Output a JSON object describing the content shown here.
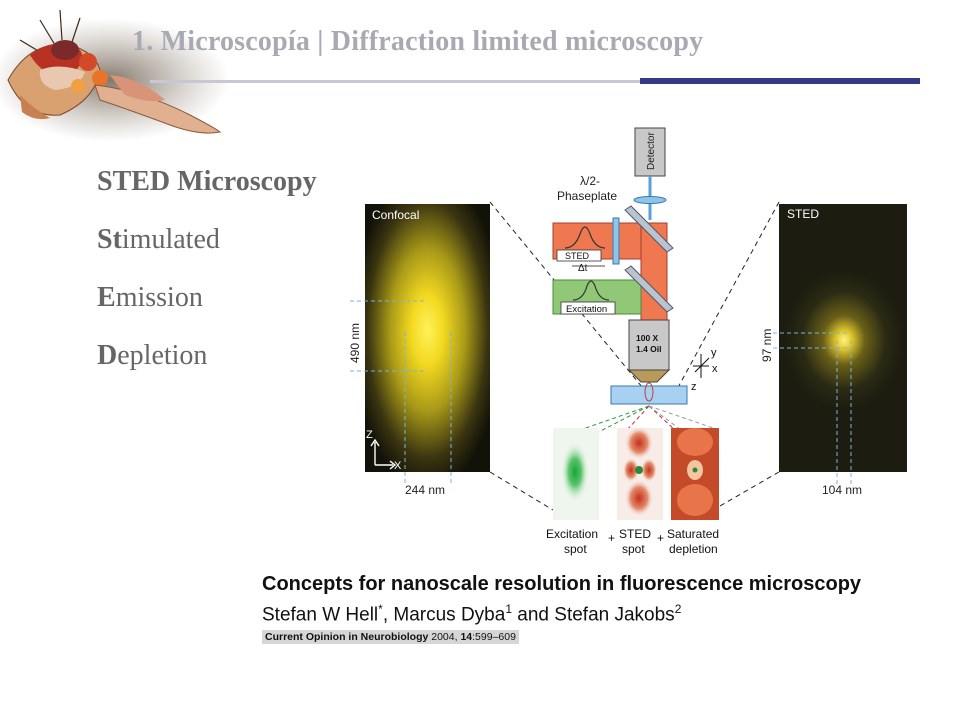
{
  "header": {
    "title": "1.  Microscopía |   Diffraction limited microscopy"
  },
  "sted": {
    "heading": "STED Microscopy",
    "items": [
      {
        "acronym": "St",
        "rest": "imulated"
      },
      {
        "acronym": "E",
        "rest": "mission"
      },
      {
        "acronym": "D",
        "rest": "epletion"
      }
    ]
  },
  "figure": {
    "confocal_label": "Confocal",
    "sted_label": "STED",
    "confocal_height": "490 nm",
    "confocal_width": "244 nm",
    "sted_height": "97 nm",
    "sted_width": "104 nm",
    "axis_z": "Z",
    "axis_x": "X",
    "detector": "Detector",
    "phaseplate_1": "λ/2-",
    "phaseplate_2": "Phaseplate",
    "sted_beam": "STED",
    "delta_t": "Δt",
    "excitation_beam": "Excitation",
    "objective_1": "100 X",
    "objective_2": "1.4 Oil",
    "coord_x": "x",
    "coord_y": "y",
    "coord_z": "z",
    "spot_excitation_1": "Excitation",
    "spot_excitation_2": "spot",
    "spot_sted_1": "STED",
    "spot_sted_2": "spot",
    "spot_saturated_1": "Saturated",
    "spot_saturated_2": "depletion",
    "plus": "+"
  },
  "citation": {
    "title": "Concepts for nanoscale resolution in fluorescence microscopy",
    "author1": "Stefan W Hell",
    "author1_mark": "*",
    "author_sep": ", ",
    "author2": "Marcus Dyba",
    "author2_mark": "1",
    "author_and": " and ",
    "author3": "Stefan Jakobs",
    "author3_mark": "2",
    "journal_name": "Current Opinion in Neurobiology",
    "journal_year": " 2004, ",
    "journal_volume": "14",
    "journal_pages": ":599–609"
  }
}
